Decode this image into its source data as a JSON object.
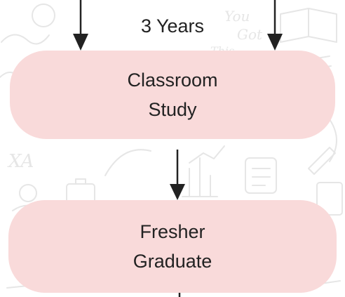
{
  "colors": {
    "node_fill": "#f9dada",
    "top_box_border": "#e53935",
    "arrow": "#222222",
    "doodle": "#e6e6e6"
  },
  "edge_label": "3 Years",
  "nodes": [
    {
      "line1": "Classroom",
      "line2": "Study"
    },
    {
      "line1": "Fresher",
      "line2": "Graduate"
    }
  ],
  "doodle_text": {
    "line1": "You",
    "line2": "Got",
    "line3": "This"
  },
  "doodle_symbols": {
    "translate": "XA"
  }
}
